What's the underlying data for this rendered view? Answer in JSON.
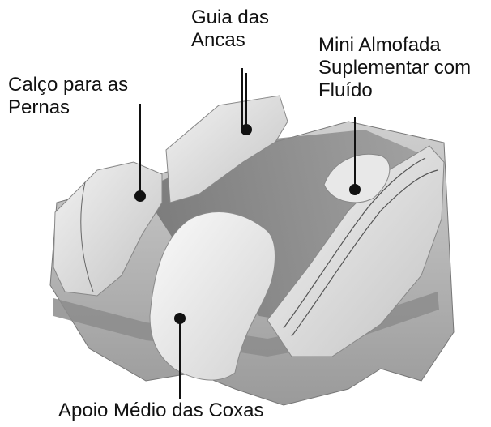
{
  "labels": {
    "guia": [
      "Guia das",
      "Ancas"
    ],
    "mini": [
      "Mini Almofada",
      "Suplementar com",
      "Fluído"
    ],
    "calco": [
      "Calço para as",
      "Pernas"
    ],
    "apoio": "Apoio Médio das Coxas"
  }
}
